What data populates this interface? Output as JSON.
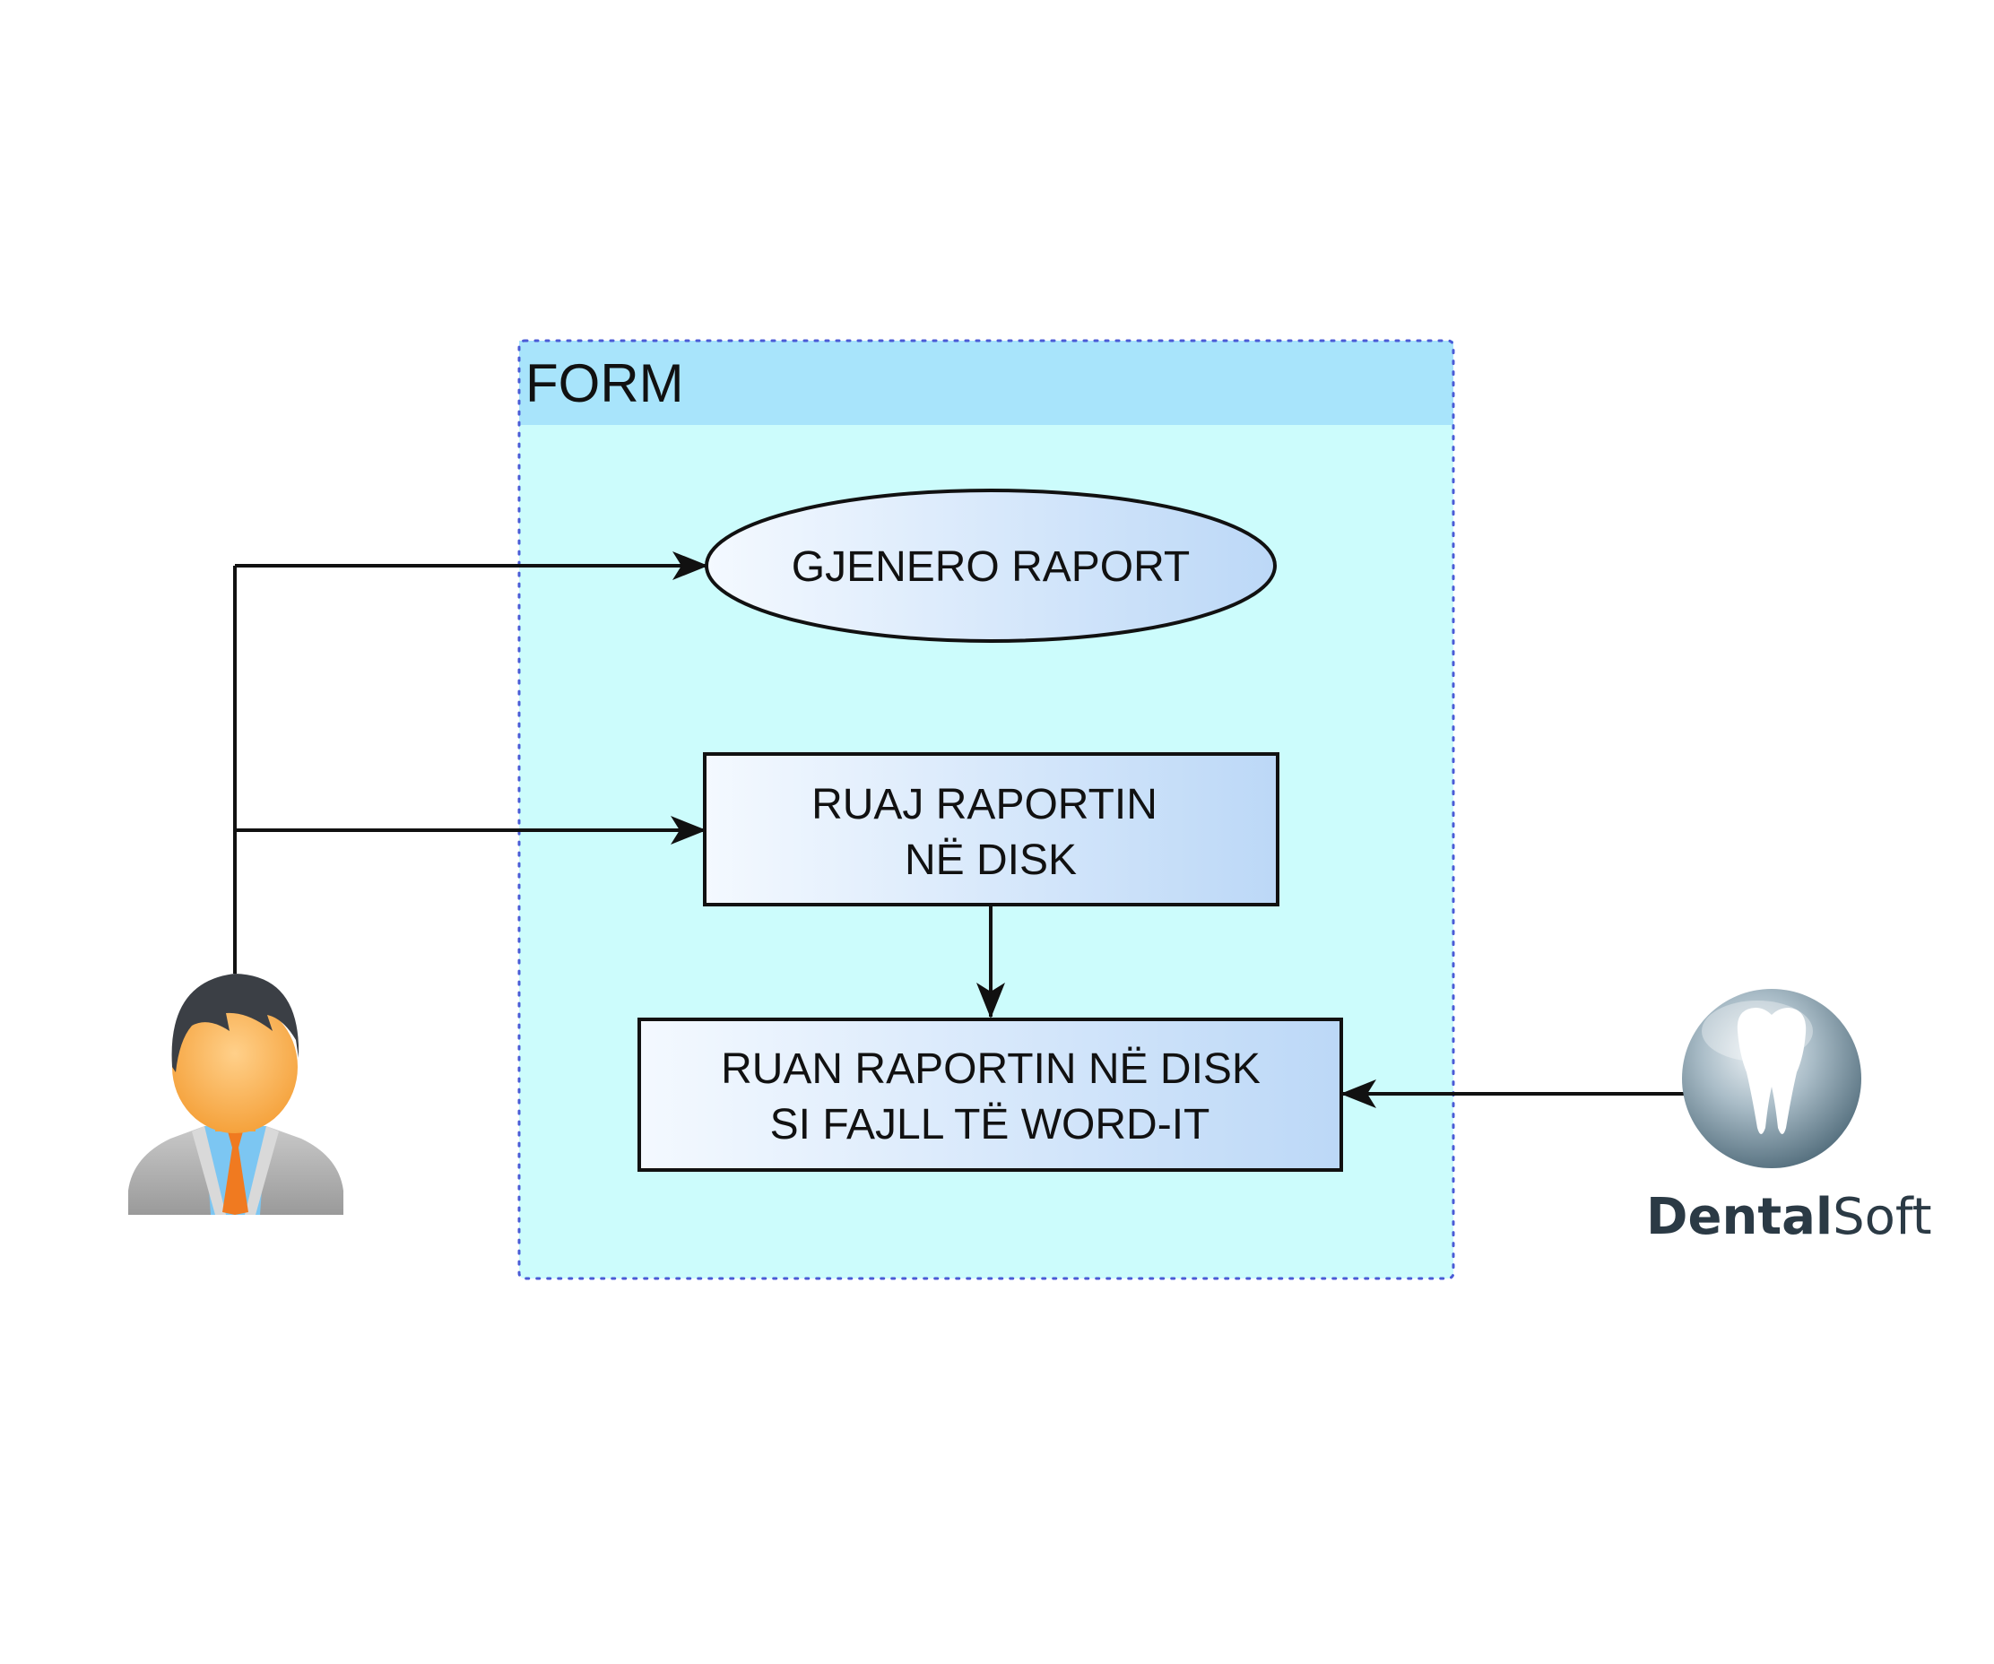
{
  "container": {
    "title": "FORM",
    "header_color": "#a8e4fb",
    "body_color": "#ccfcfc",
    "border_color": "#4a5bd6"
  },
  "nodes": {
    "generate_report": {
      "label": "GJENERO RAPORT"
    },
    "save_report": {
      "line1": "RUAJ RAPORTIN",
      "line2": "NË DISK"
    },
    "saves_report": {
      "line1": "RUAN RAPORTIN NË DISK",
      "line2": "SI FAJLL TË WORD-IT"
    }
  },
  "actors": {
    "user": {
      "icon": "user-avatar-icon"
    },
    "system": {
      "icon": "tooth-icon",
      "brand_bold": "Dental",
      "brand_light": "Soft"
    }
  },
  "colors": {
    "shape_gradient_start": "#f4f9ff",
    "shape_gradient_end": "#bcd8f7",
    "line": "#111111"
  }
}
